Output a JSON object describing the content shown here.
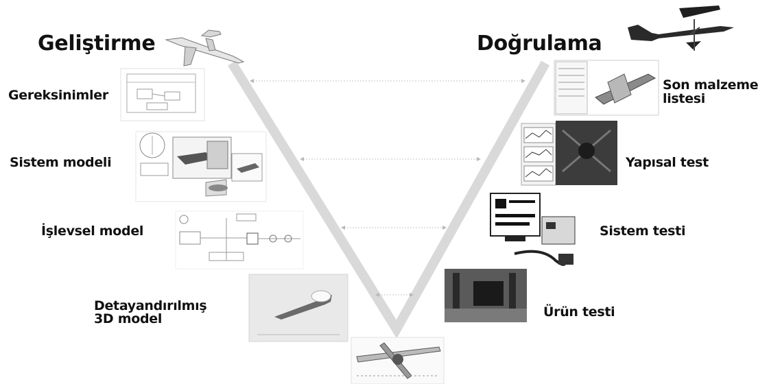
{
  "left_header": "Geliştirme",
  "right_header": "Doğrulama",
  "left_steps": [
    "Gereksinimler",
    "Sistem modeli",
    "İşlevsel model",
    "Detayandırılmış",
    "3D model"
  ],
  "right_steps": [
    "Son malzeme",
    "listesi",
    "Yapısal test",
    "Sistem testi",
    "Ürün testi"
  ],
  "colors": {
    "v_shape": "#d9d9d9",
    "arrow": "#b8b8b8",
    "text": "#111111"
  }
}
